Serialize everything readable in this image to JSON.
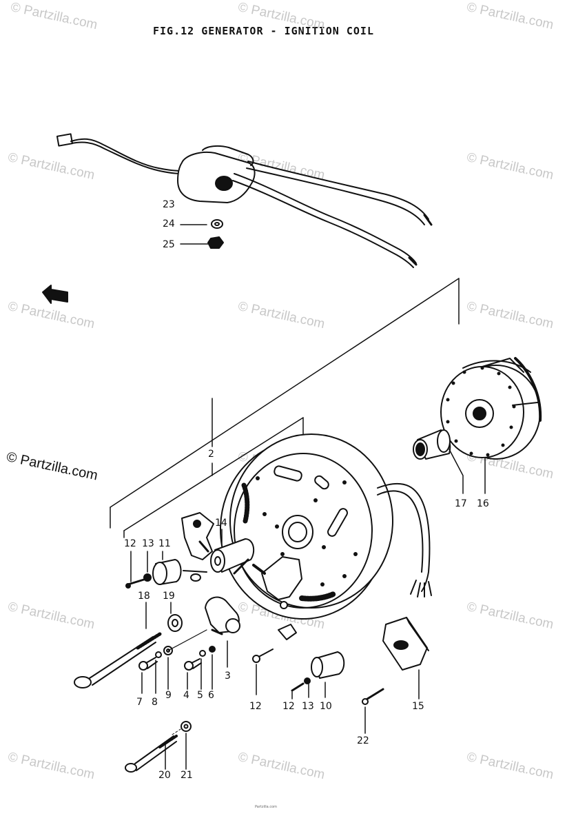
{
  "figure": {
    "title": "FIG.12  GENERATOR - IGNITION COIL"
  },
  "watermark": {
    "text": "© Partzilla.com"
  },
  "callouts": [
    "2",
    "3",
    "4",
    "5",
    "6",
    "7",
    "8",
    "9",
    "10",
    "11",
    "12",
    "12",
    "12",
    "13",
    "13",
    "14",
    "15",
    "16",
    "17",
    "18",
    "19",
    "20",
    "21",
    "22",
    "23",
    "24",
    "25"
  ],
  "footer": {
    "text": "Partzilla.com"
  },
  "colors": {
    "ink": "#111111",
    "watermark": "#c8c8c8",
    "background": "#ffffff"
  }
}
